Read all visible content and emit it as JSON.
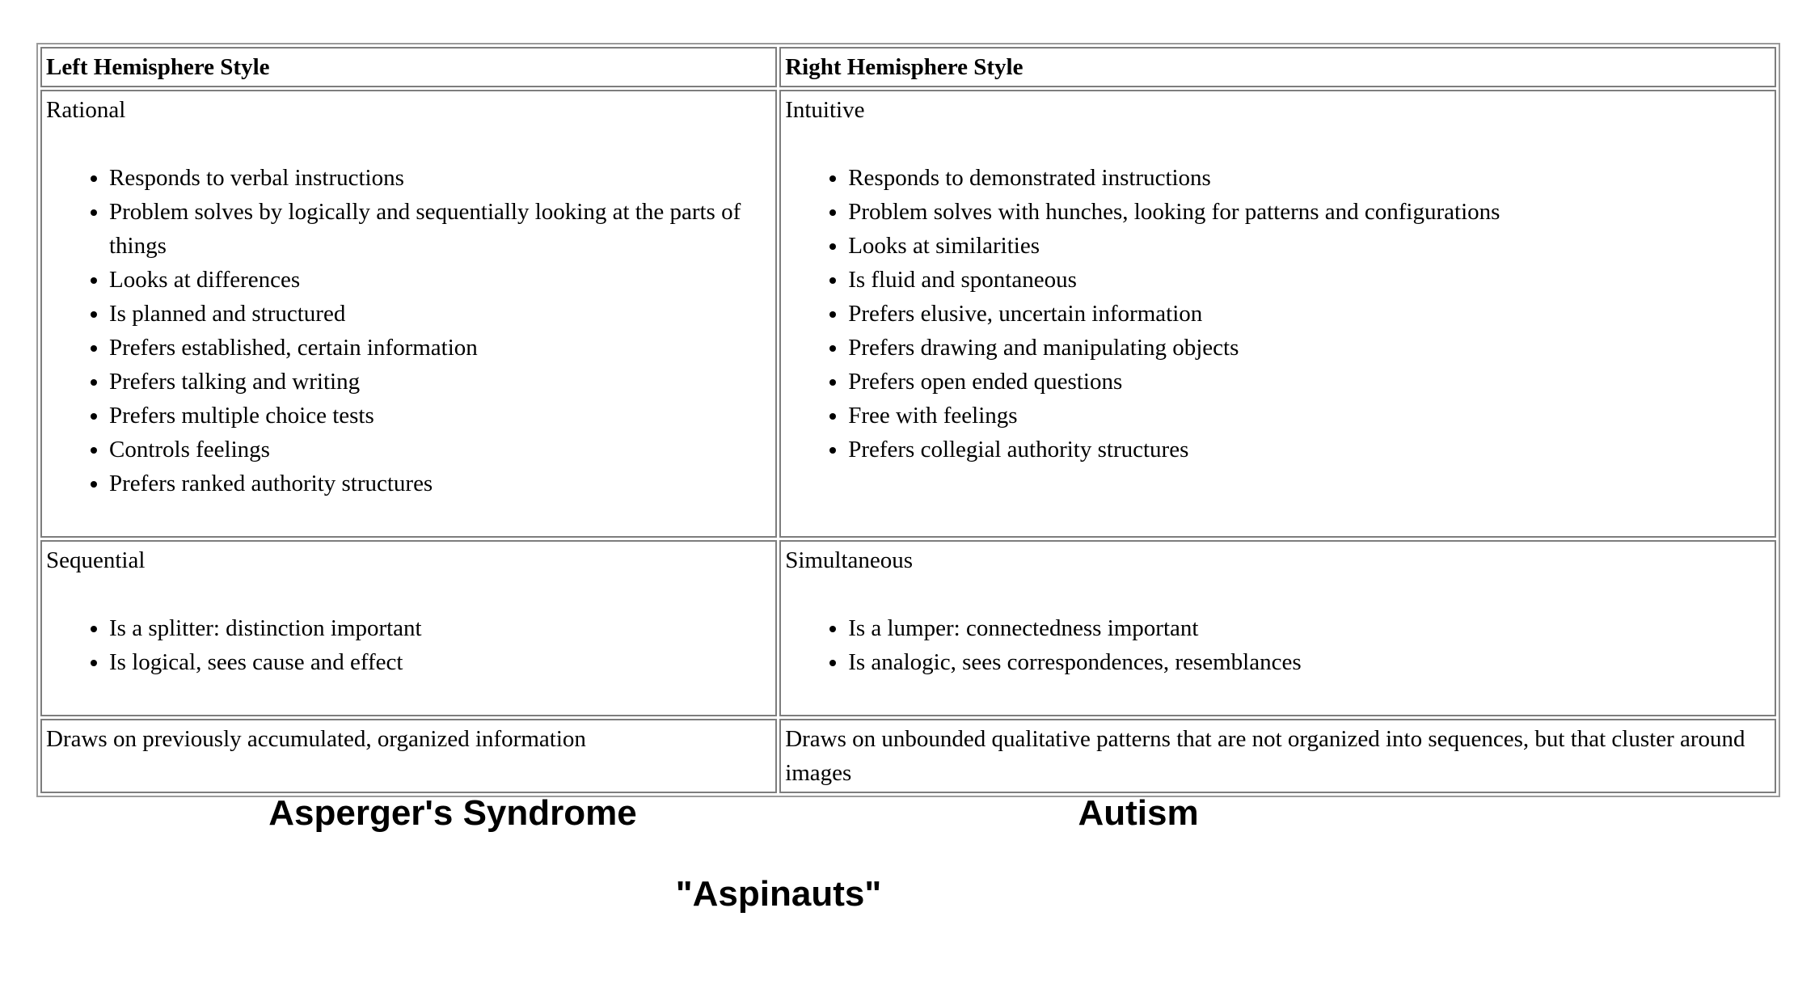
{
  "page": {
    "background": "#ffffff",
    "table_border_color": "#9a9a9a",
    "cell_border_color": "#7d7d7d",
    "text_color": "#000000"
  },
  "table": {
    "headers": [
      "Left Hemisphere Style",
      "Right Hemisphere Style"
    ],
    "rows": [
      {
        "cells": [
          {
            "heading": "Rational",
            "bullets": [
              "Responds to verbal instructions",
              "Problem solves by logically and sequentially looking at the parts of things",
              "Looks at differences",
              "Is planned and structured",
              "Prefers established, certain information",
              "Prefers talking and writing",
              "Prefers multiple choice tests",
              "Controls feelings",
              "Prefers ranked authority structures"
            ]
          },
          {
            "heading": "Intuitive",
            "bullets": [
              "Responds to demonstrated instructions",
              "Problem solves with hunches, looking for patterns and configurations",
              "Looks at similarities",
              "Is fluid and spontaneous",
              "Prefers elusive, uncertain information",
              "Prefers drawing and manipulating objects",
              "Prefers open ended questions",
              "Free with feelings",
              "Prefers collegial authority structures"
            ]
          }
        ]
      },
      {
        "cells": [
          {
            "heading": "Sequential",
            "bullets": [
              "Is a splitter: distinction important",
              "Is logical, sees cause and effect"
            ]
          },
          {
            "heading": "Simultaneous",
            "bullets": [
              "Is a lumper: connectedness important",
              "Is analogic, sees correspondences, resemblances"
            ]
          }
        ]
      },
      {
        "cells": [
          {
            "heading": "Draws on previously accumulated, organized information",
            "bullets": []
          },
          {
            "heading": "Draws on unbounded qualitative patterns that are not organized into sequences, but that cluster around images",
            "bullets": []
          }
        ]
      }
    ]
  },
  "captions": {
    "left": "Asperger's Syndrome",
    "right": "Autism",
    "center": "\"Aspinauts\""
  }
}
